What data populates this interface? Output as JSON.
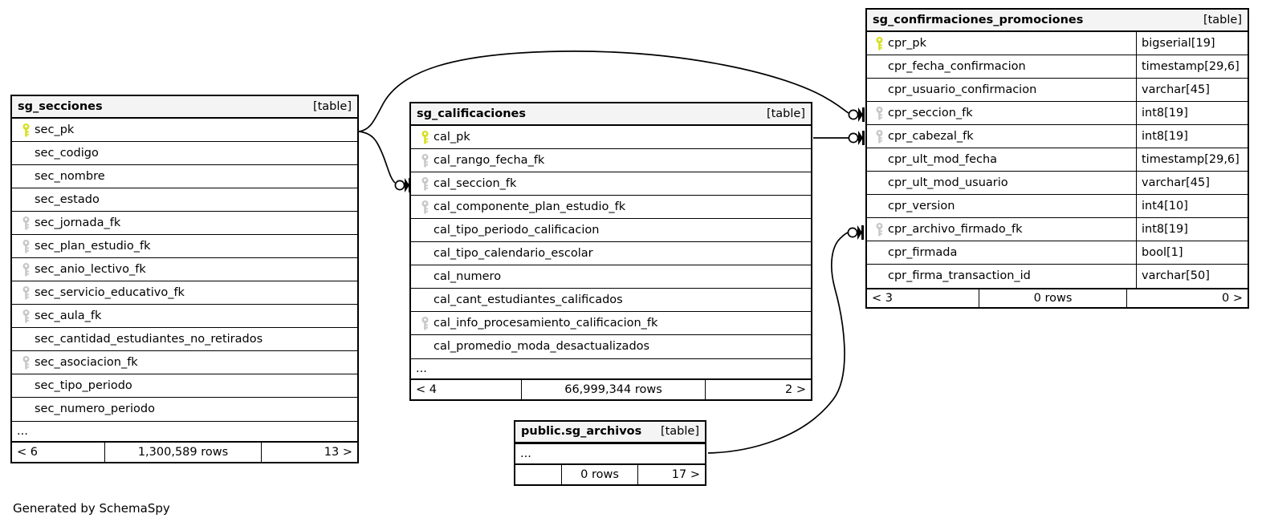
{
  "diagram": {
    "caption": "Generated by SchemaSpy",
    "table_tag": "[table]",
    "ellipsis": "...",
    "colors": {
      "primary_key": "#d7e020",
      "foreign_key": "#c8c8c8",
      "header_bg": "#f4f4f4",
      "border": "#000000",
      "background": "#ffffff"
    }
  },
  "tables": [
    {
      "id": "sg_secciones",
      "name": "sg_secciones",
      "tag": "[table]",
      "columns": [
        {
          "name": "sec_pk",
          "key": "pk",
          "type": ""
        },
        {
          "name": "sec_codigo",
          "key": "none",
          "type": ""
        },
        {
          "name": "sec_nombre",
          "key": "none",
          "type": ""
        },
        {
          "name": "sec_estado",
          "key": "none",
          "type": ""
        },
        {
          "name": "sec_jornada_fk",
          "key": "fk",
          "type": ""
        },
        {
          "name": "sec_plan_estudio_fk",
          "key": "fk",
          "type": ""
        },
        {
          "name": "sec_anio_lectivo_fk",
          "key": "fk",
          "type": ""
        },
        {
          "name": "sec_servicio_educativo_fk",
          "key": "fk",
          "type": ""
        },
        {
          "name": "sec_aula_fk",
          "key": "fk",
          "type": ""
        },
        {
          "name": "sec_cantidad_estudiantes_no_retirados",
          "key": "none",
          "type": ""
        },
        {
          "name": "sec_asociacion_fk",
          "key": "fk",
          "type": ""
        },
        {
          "name": "sec_tipo_periodo",
          "key": "none",
          "type": ""
        },
        {
          "name": "sec_numero_periodo",
          "key": "none",
          "type": ""
        }
      ],
      "more_indicator": "...",
      "footer": {
        "left": "< 6",
        "middle": "1,300,589 rows",
        "right": "13 >"
      }
    },
    {
      "id": "sg_calificaciones",
      "name": "sg_calificaciones",
      "tag": "[table]",
      "columns": [
        {
          "name": "cal_pk",
          "key": "pk",
          "type": ""
        },
        {
          "name": "cal_rango_fecha_fk",
          "key": "fk",
          "type": ""
        },
        {
          "name": "cal_seccion_fk",
          "key": "fk",
          "type": ""
        },
        {
          "name": "cal_componente_plan_estudio_fk",
          "key": "fk",
          "type": ""
        },
        {
          "name": "cal_tipo_periodo_calificacion",
          "key": "none",
          "type": ""
        },
        {
          "name": "cal_tipo_calendario_escolar",
          "key": "none",
          "type": ""
        },
        {
          "name": "cal_numero",
          "key": "none",
          "type": ""
        },
        {
          "name": "cal_cant_estudiantes_calificados",
          "key": "none",
          "type": ""
        },
        {
          "name": "cal_info_procesamiento_calificacion_fk",
          "key": "fk",
          "type": ""
        },
        {
          "name": "cal_promedio_moda_desactualizados",
          "key": "none",
          "type": ""
        }
      ],
      "more_indicator": "...",
      "footer": {
        "left": "< 4",
        "middle": "66,999,344 rows",
        "right": "2 >"
      }
    },
    {
      "id": "sg_confirmaciones_promociones",
      "name": "sg_confirmaciones_promociones",
      "tag": "[table]",
      "columns": [
        {
          "name": "cpr_pk",
          "key": "pk",
          "type": "bigserial[19]"
        },
        {
          "name": "cpr_fecha_confirmacion",
          "key": "none",
          "type": "timestamp[29,6]"
        },
        {
          "name": "cpr_usuario_confirmacion",
          "key": "none",
          "type": "varchar[45]"
        },
        {
          "name": "cpr_seccion_fk",
          "key": "fk",
          "type": "int8[19]"
        },
        {
          "name": "cpr_cabezal_fk",
          "key": "fk",
          "type": "int8[19]"
        },
        {
          "name": "cpr_ult_mod_fecha",
          "key": "none",
          "type": "timestamp[29,6]"
        },
        {
          "name": "cpr_ult_mod_usuario",
          "key": "none",
          "type": "varchar[45]"
        },
        {
          "name": "cpr_version",
          "key": "none",
          "type": "int4[10]"
        },
        {
          "name": "cpr_archivo_firmado_fk",
          "key": "fk",
          "type": "int8[19]"
        },
        {
          "name": "cpr_firmada",
          "key": "none",
          "type": "bool[1]"
        },
        {
          "name": "cpr_firma_transaction_id",
          "key": "none",
          "type": "varchar[50]"
        }
      ],
      "more_indicator": "",
      "footer": {
        "left": "< 3",
        "middle": "0 rows",
        "right": "0 >"
      }
    },
    {
      "id": "public_sg_archivos",
      "name": "public.sg_archivos",
      "tag": "[table]",
      "columns": [],
      "more_indicator": "...",
      "footer": {
        "left": "",
        "middle": "0 rows",
        "right": "17 >"
      }
    }
  ],
  "relationships": [
    {
      "id": "rel-secciones-calificaciones",
      "from": "sg_secciones.sec_pk",
      "to": "sg_calificaciones.cal_seccion_fk",
      "cardinality": "zero-or-many"
    },
    {
      "id": "rel-secciones-confirmaciones",
      "from": "sg_secciones.sec_pk",
      "to": "sg_confirmaciones_promociones.cpr_seccion_fk",
      "cardinality": "zero-or-many"
    },
    {
      "id": "rel-calificaciones-confirmaciones",
      "from": "sg_calificaciones.cal_pk",
      "to": "sg_confirmaciones_promociones.cpr_cabezal_fk",
      "cardinality": "zero-or-many"
    },
    {
      "id": "rel-archivos-confirmaciones",
      "from": "public.sg_archivos",
      "to": "sg_confirmaciones_promociones.cpr_archivo_firmado_fk",
      "cardinality": "zero-or-many"
    }
  ]
}
